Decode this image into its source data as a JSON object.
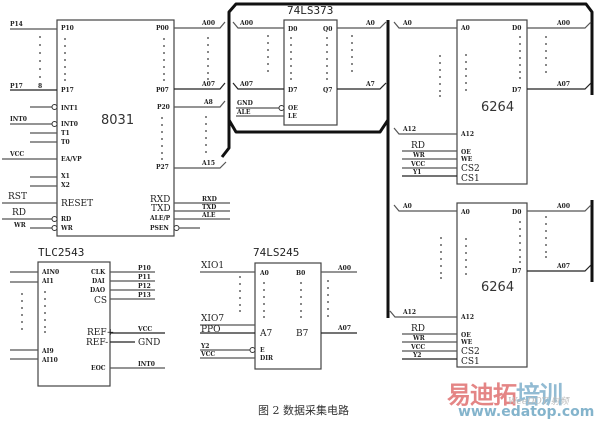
{
  "figure": {
    "caption": "图 2 数据采集电路",
    "watermark": {
      "brand_red": "易迪拓",
      "brand_blue": "培训",
      "subtext": "WeeDOT 射频",
      "url": "www.edatop.com"
    }
  },
  "chips": {
    "mcu": {
      "name": "8031",
      "left_pins": [
        "P10",
        "P17",
        "INT1",
        "INT0",
        "T1",
        "T0",
        "EA/VP",
        "X1",
        "X2",
        "RESET",
        "RD",
        "WR"
      ],
      "right_pins": [
        "P00",
        "P07",
        "P20",
        "P27",
        "RXD",
        "TXD",
        "ALE/P",
        "PSEN"
      ]
    },
    "latch": {
      "name": "74LS373",
      "left_pins": [
        "D0",
        "D7",
        "OE",
        "LE"
      ],
      "right_pins": [
        "Q0",
        "Q7"
      ]
    },
    "ram1": {
      "name": "6264",
      "left_pins": [
        "A0",
        "A12",
        "OE",
        "WE",
        "CS2",
        "CS1"
      ],
      "right_pins": [
        "D0",
        "D7"
      ]
    },
    "ram2": {
      "name": "6264",
      "left_pins": [
        "A0",
        "A12",
        "OE",
        "WE",
        "CS2",
        "CS1"
      ],
      "right_pins": [
        "D0",
        "D7"
      ]
    },
    "adc": {
      "name": "TLC2543",
      "left_pins": [
        "AIN0",
        "AI1",
        "AI9",
        "AI10"
      ],
      "right_pins": [
        "CLK",
        "DAI",
        "DAO",
        "CS",
        "REF+",
        "REF-",
        "EOC"
      ]
    },
    "buffer": {
      "name": "74LS245",
      "left_pins": [
        "A0",
        "A7",
        "E",
        "DIR"
      ],
      "right_pins": [
        "B0",
        "B7"
      ]
    }
  },
  "nets": {
    "mcu_left": [
      "P14",
      "P17",
      "INT0",
      "VCC",
      "RST",
      "RD",
      "WR"
    ],
    "mcu_p17_tag": "8",
    "mcu_right": [
      "A00",
      "A07",
      "A8",
      "A15",
      "RXD",
      "TXD",
      "ALE"
    ],
    "latch_in": [
      "A00",
      "A07",
      "GND",
      "ALE"
    ],
    "latch_out": [
      "A0",
      "A7"
    ],
    "ram1_in": [
      "A0",
      "A12",
      "RD",
      "WR",
      "VCC",
      "Y1"
    ],
    "ram1_out": [
      "A00",
      "A07"
    ],
    "ram2_in": [
      "A0",
      "A12",
      "RD",
      "WR",
      "VCC",
      "Y2"
    ],
    "ram2_out": [
      "A00",
      "A07"
    ],
    "adc_out": [
      "P10",
      "P11",
      "P12",
      "P13",
      "VCC",
      "GND",
      "INT0"
    ],
    "buf_in": [
      "XIO1",
      "XIO7",
      "PPO",
      "Y2",
      "VCC"
    ],
    "buf_out": [
      "A00",
      "A07"
    ]
  }
}
